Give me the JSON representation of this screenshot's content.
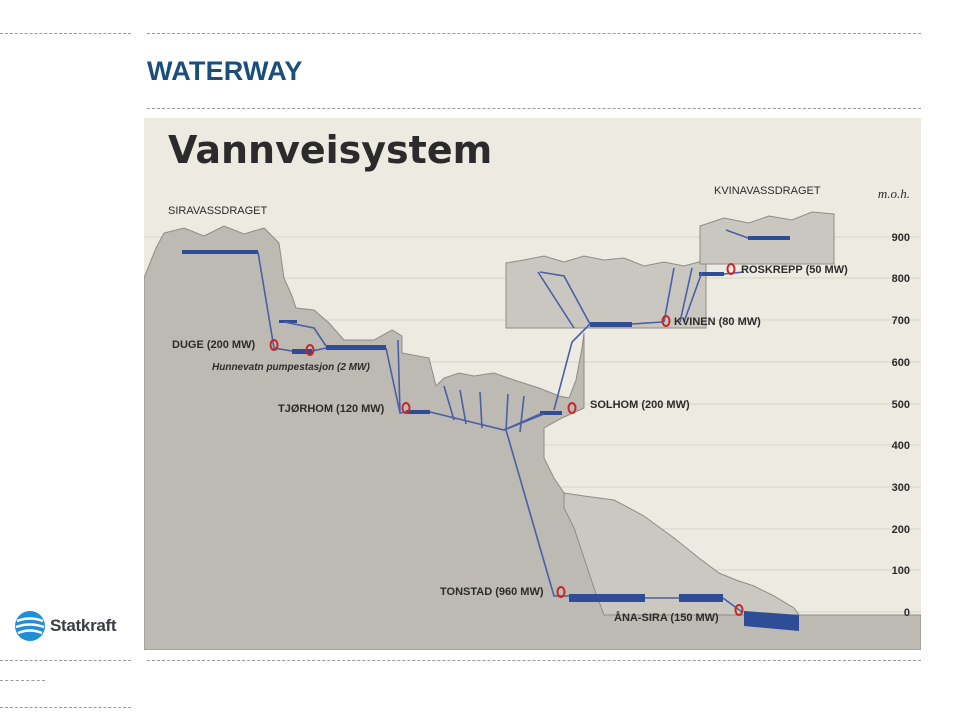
{
  "slide": {
    "title": "WATERWAY"
  },
  "diagram": {
    "heading": "Vannveisystem",
    "region_left": "SIRAVASSDRAGET",
    "region_right": "KVINAVASSDRAGET",
    "axis_unit": "m.o.h.",
    "axis_ticks": [
      "900",
      "800",
      "700",
      "600",
      "500",
      "400",
      "300",
      "200",
      "100",
      "0"
    ],
    "stations": {
      "duge": "DUGE (200 MW)",
      "hunnevatn": "Hunnevatn pumpestasjon (2 MW)",
      "tjorhom": "TJØRHOM (120 MW)",
      "solhom": "SOLHOM (200 MW)",
      "kvinen": "KVINEN (80 MW)",
      "roskrepp": "ROSKREPP (50 MW)",
      "tonstad": "TONSTAD (960 MW)",
      "ana_sira": "ÅNA-SIRA (150 MW)"
    },
    "colors": {
      "background": "#eceae1",
      "terrain": "#bcbab2",
      "water": "#2f4c96",
      "tunnel": "#4a5fa6",
      "station": "#c62828",
      "text": "#2b2b2b"
    }
  },
  "logo": {
    "wordmark": "Statkraft",
    "icon": "statkraft-globe-icon"
  }
}
